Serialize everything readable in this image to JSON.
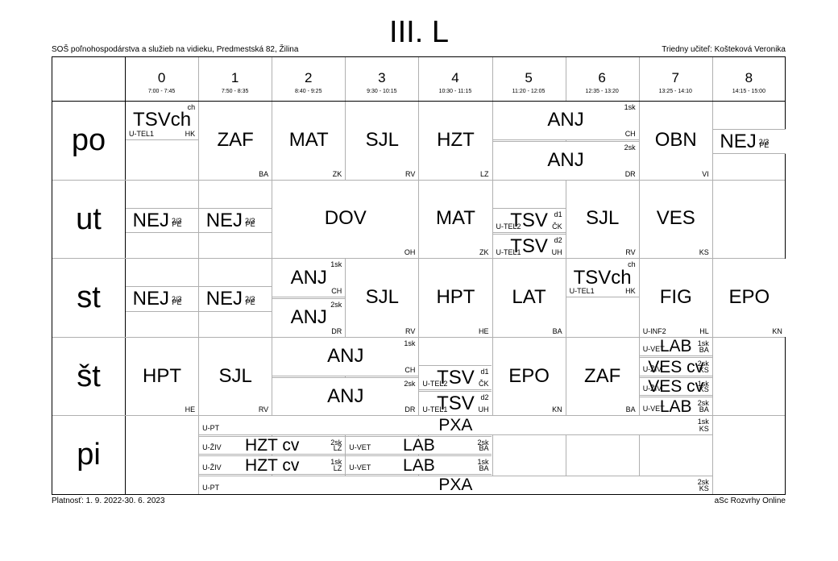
{
  "header": {
    "title": "III. L",
    "school": "SOŠ poľnohospodárstva a služieb na vidieku, Predmestská 82, Žilina",
    "teacher": "Triedny učiteľ: Košteková Veronika"
  },
  "footer": {
    "validity": "Platnosť: 1. 9. 2022-30. 6. 2023",
    "software": "aSc Rozvrhy Online"
  },
  "periods": [
    {
      "num": "0",
      "time": "7:00 - 7:45"
    },
    {
      "num": "1",
      "time": "7:50 - 8:35"
    },
    {
      "num": "2",
      "time": "8:40 - 9:25"
    },
    {
      "num": "3",
      "time": "9:30 - 10:15"
    },
    {
      "num": "4",
      "time": "10:30 - 11:15"
    },
    {
      "num": "5",
      "time": "11:20 - 12:05"
    },
    {
      "num": "6",
      "time": "12:35 - 13:20"
    },
    {
      "num": "7",
      "time": "13:25 - 14:10"
    },
    {
      "num": "8",
      "time": "14:15 - 15:00"
    }
  ],
  "days": [
    "po",
    "ut",
    "st",
    "št",
    "pi"
  ],
  "lessons": [
    {
      "day": 0,
      "p": 0,
      "span": 1,
      "y0": 0,
      "y1": 0.5,
      "subject": "TSVch",
      "tr": "ch",
      "bl": "U-TEL1",
      "br": "HK"
    },
    {
      "day": 0,
      "p": 1,
      "span": 1,
      "y0": 0,
      "y1": 1,
      "subject": "ZAF",
      "br": "BA"
    },
    {
      "day": 0,
      "p": 2,
      "span": 1,
      "y0": 0,
      "y1": 1,
      "subject": "MAT",
      "br": "ZK"
    },
    {
      "day": 0,
      "p": 3,
      "span": 1,
      "y0": 0,
      "y1": 1,
      "subject": "SJL",
      "br": "RV"
    },
    {
      "day": 0,
      "p": 4,
      "span": 1,
      "y0": 0,
      "y1": 1,
      "subject": "HZT",
      "br": "LZ"
    },
    {
      "day": 0,
      "p": 5,
      "span": 2,
      "y0": 0,
      "y1": 0.5,
      "subject": "ANJ",
      "tr": "1sk",
      "br": "CH"
    },
    {
      "day": 0,
      "p": 5,
      "span": 2,
      "y0": 0.5,
      "y1": 1,
      "subject": "ANJ",
      "tr": "2sk",
      "br": "DR"
    },
    {
      "day": 0,
      "p": 7,
      "span": 1,
      "y0": 0,
      "y1": 1,
      "subject": "OBN",
      "br": "VI"
    },
    {
      "day": 0,
      "p": 8,
      "span": 1,
      "y0": 0.35,
      "y1": 0.68,
      "subject": "NEJ",
      "sup": "2/3",
      "sub": "PE"
    },
    {
      "day": 1,
      "p": 0,
      "span": 1,
      "y0": 0.35,
      "y1": 0.68,
      "subject": "NEJ",
      "sup": "2/3",
      "sub": "PE"
    },
    {
      "day": 1,
      "p": 1,
      "span": 1,
      "y0": 0.35,
      "y1": 0.68,
      "subject": "NEJ",
      "sup": "2/3",
      "sub": "PE"
    },
    {
      "day": 1,
      "p": 2,
      "span": 2,
      "y0": 0,
      "y1": 1,
      "subject": "DOV",
      "br": "OH"
    },
    {
      "day": 1,
      "p": 4,
      "span": 1,
      "y0": 0,
      "y1": 1,
      "subject": "MAT",
      "br": "ZK"
    },
    {
      "day": 1,
      "p": 5,
      "span": 1,
      "y0": 0.35,
      "y1": 0.68,
      "subject": "TSV",
      "tr": "d1",
      "bl": "U-TEL2",
      "br": "ČK"
    },
    {
      "day": 1,
      "p": 5,
      "span": 1,
      "y0": 0.68,
      "y1": 1,
      "subject": "TSV",
      "tr": "d2",
      "bl": "U-TEL1",
      "br": "UH"
    },
    {
      "day": 1,
      "p": 6,
      "span": 1,
      "y0": 0,
      "y1": 1,
      "subject": "SJL",
      "br": "RV"
    },
    {
      "day": 1,
      "p": 7,
      "span": 1,
      "y0": 0,
      "y1": 1,
      "subject": "VES",
      "br": "KS"
    },
    {
      "day": 2,
      "p": 0,
      "span": 1,
      "y0": 0.35,
      "y1": 0.68,
      "subject": "NEJ",
      "sup": "2/3",
      "sub": "PE"
    },
    {
      "day": 2,
      "p": 1,
      "span": 1,
      "y0": 0.35,
      "y1": 0.68,
      "subject": "NEJ",
      "sup": "2/3",
      "sub": "PE"
    },
    {
      "day": 2,
      "p": 2,
      "span": 1,
      "y0": 0,
      "y1": 0.5,
      "subject": "ANJ",
      "tr": "1sk",
      "br": "CH"
    },
    {
      "day": 2,
      "p": 2,
      "span": 1,
      "y0": 0.5,
      "y1": 1,
      "subject": "ANJ",
      "tr": "2sk",
      "br": "DR"
    },
    {
      "day": 2,
      "p": 3,
      "span": 1,
      "y0": 0,
      "y1": 1,
      "subject": "SJL",
      "br": "RV"
    },
    {
      "day": 2,
      "p": 4,
      "span": 1,
      "y0": 0,
      "y1": 1,
      "subject": "HPT",
      "br": "HE"
    },
    {
      "day": 2,
      "p": 5,
      "span": 1,
      "y0": 0,
      "y1": 1,
      "subject": "LAT",
      "br": "BA"
    },
    {
      "day": 2,
      "p": 6,
      "span": 1,
      "y0": 0,
      "y1": 0.5,
      "subject": "TSVch",
      "tr": "ch",
      "bl": "U-TEL1",
      "br": "HK"
    },
    {
      "day": 2,
      "p": 7,
      "span": 1,
      "y0": 0,
      "y1": 1,
      "subject": "FIG",
      "bl": "U-INF2",
      "br": "HL"
    },
    {
      "day": 2,
      "p": 8,
      "span": 1,
      "y0": 0,
      "y1": 1,
      "subject": "EPO",
      "br": "KN"
    },
    {
      "day": 3,
      "p": 0,
      "span": 1,
      "y0": 0,
      "y1": 1,
      "subject": "HPT",
      "br": "HE"
    },
    {
      "day": 3,
      "p": 1,
      "span": 1,
      "y0": 0,
      "y1": 1,
      "subject": "SJL",
      "br": "RV"
    },
    {
      "day": 3,
      "p": 2,
      "span": 2,
      "y0": 0,
      "y1": 0.5,
      "subject": "ANJ",
      "tr": "1sk",
      "br": "CH"
    },
    {
      "day": 3,
      "p": 2,
      "span": 2,
      "y0": 0.5,
      "y1": 1,
      "subject": "ANJ",
      "tr": "2sk",
      "br": "DR"
    },
    {
      "day": 3,
      "p": 4,
      "span": 1,
      "y0": 0.35,
      "y1": 0.68,
      "subject": "TSV",
      "tr": "d1",
      "bl": "U-TEL2",
      "br": "ČK"
    },
    {
      "day": 3,
      "p": 4,
      "span": 1,
      "y0": 0.68,
      "y1": 1,
      "subject": "TSV",
      "tr": "d2",
      "bl": "U-TEL1",
      "br": "UH"
    },
    {
      "day": 3,
      "p": 5,
      "span": 1,
      "y0": 0,
      "y1": 1,
      "subject": "EPO",
      "br": "KN"
    },
    {
      "day": 3,
      "p": 6,
      "span": 1,
      "y0": 0,
      "y1": 1,
      "subject": "ZAF",
      "br": "BA"
    },
    {
      "day": 3,
      "p": 7,
      "span": 1,
      "y0": 0,
      "y1": 0.25,
      "subject": "LAB",
      "bl": "U-VET",
      "tr": "1sk",
      "br": "BA",
      "side": true
    },
    {
      "day": 3,
      "p": 7,
      "span": 1,
      "y0": 0.25,
      "y1": 0.5,
      "subject": "VES cv",
      "bl": "U-ŽIV",
      "tr": "2sk",
      "br": "KS",
      "side": true
    },
    {
      "day": 3,
      "p": 7,
      "span": 1,
      "y0": 0.5,
      "y1": 0.75,
      "subject": "VES cv",
      "bl": "U-ŽIV",
      "tr": "1sk",
      "br": "KS",
      "side": true
    },
    {
      "day": 3,
      "p": 7,
      "span": 1,
      "y0": 0.75,
      "y1": 1,
      "subject": "LAB",
      "bl": "U-VET",
      "tr": "2sk",
      "br": "BA",
      "side": true
    },
    {
      "day": 4,
      "p": 1,
      "span": 7,
      "y0": 0,
      "y1": 0.25,
      "subject": "PXA",
      "bl": "U-PT",
      "tr": "1sk",
      "br": "KS",
      "side": true
    },
    {
      "day": 4,
      "p": 1,
      "span": 2,
      "y0": 0.25,
      "y1": 0.5,
      "subject": "HZT cv",
      "bl": "U-ŽIV",
      "tr": "2sk",
      "br": "LZ",
      "side": true
    },
    {
      "day": 4,
      "p": 1,
      "span": 2,
      "y0": 0.5,
      "y1": 0.75,
      "subject": "HZT cv",
      "bl": "U-ŽIV",
      "tr": "1sk",
      "br": "LZ",
      "side": true
    },
    {
      "day": 4,
      "p": 3,
      "span": 2,
      "y0": 0.25,
      "y1": 0.5,
      "subject": "LAB",
      "bl": "U-VET",
      "tr": "2sk",
      "br": "BA",
      "side": true
    },
    {
      "day": 4,
      "p": 3,
      "span": 2,
      "y0": 0.5,
      "y1": 0.75,
      "subject": "LAB",
      "bl": "U-VET",
      "tr": "1sk",
      "br": "BA",
      "side": true
    },
    {
      "day": 4,
      "p": 1,
      "span": 7,
      "y0": 0.75,
      "y1": 1,
      "subject": "PXA",
      "bl": "U-PT",
      "tr": "2sk",
      "br": "KS",
      "side": true
    }
  ]
}
